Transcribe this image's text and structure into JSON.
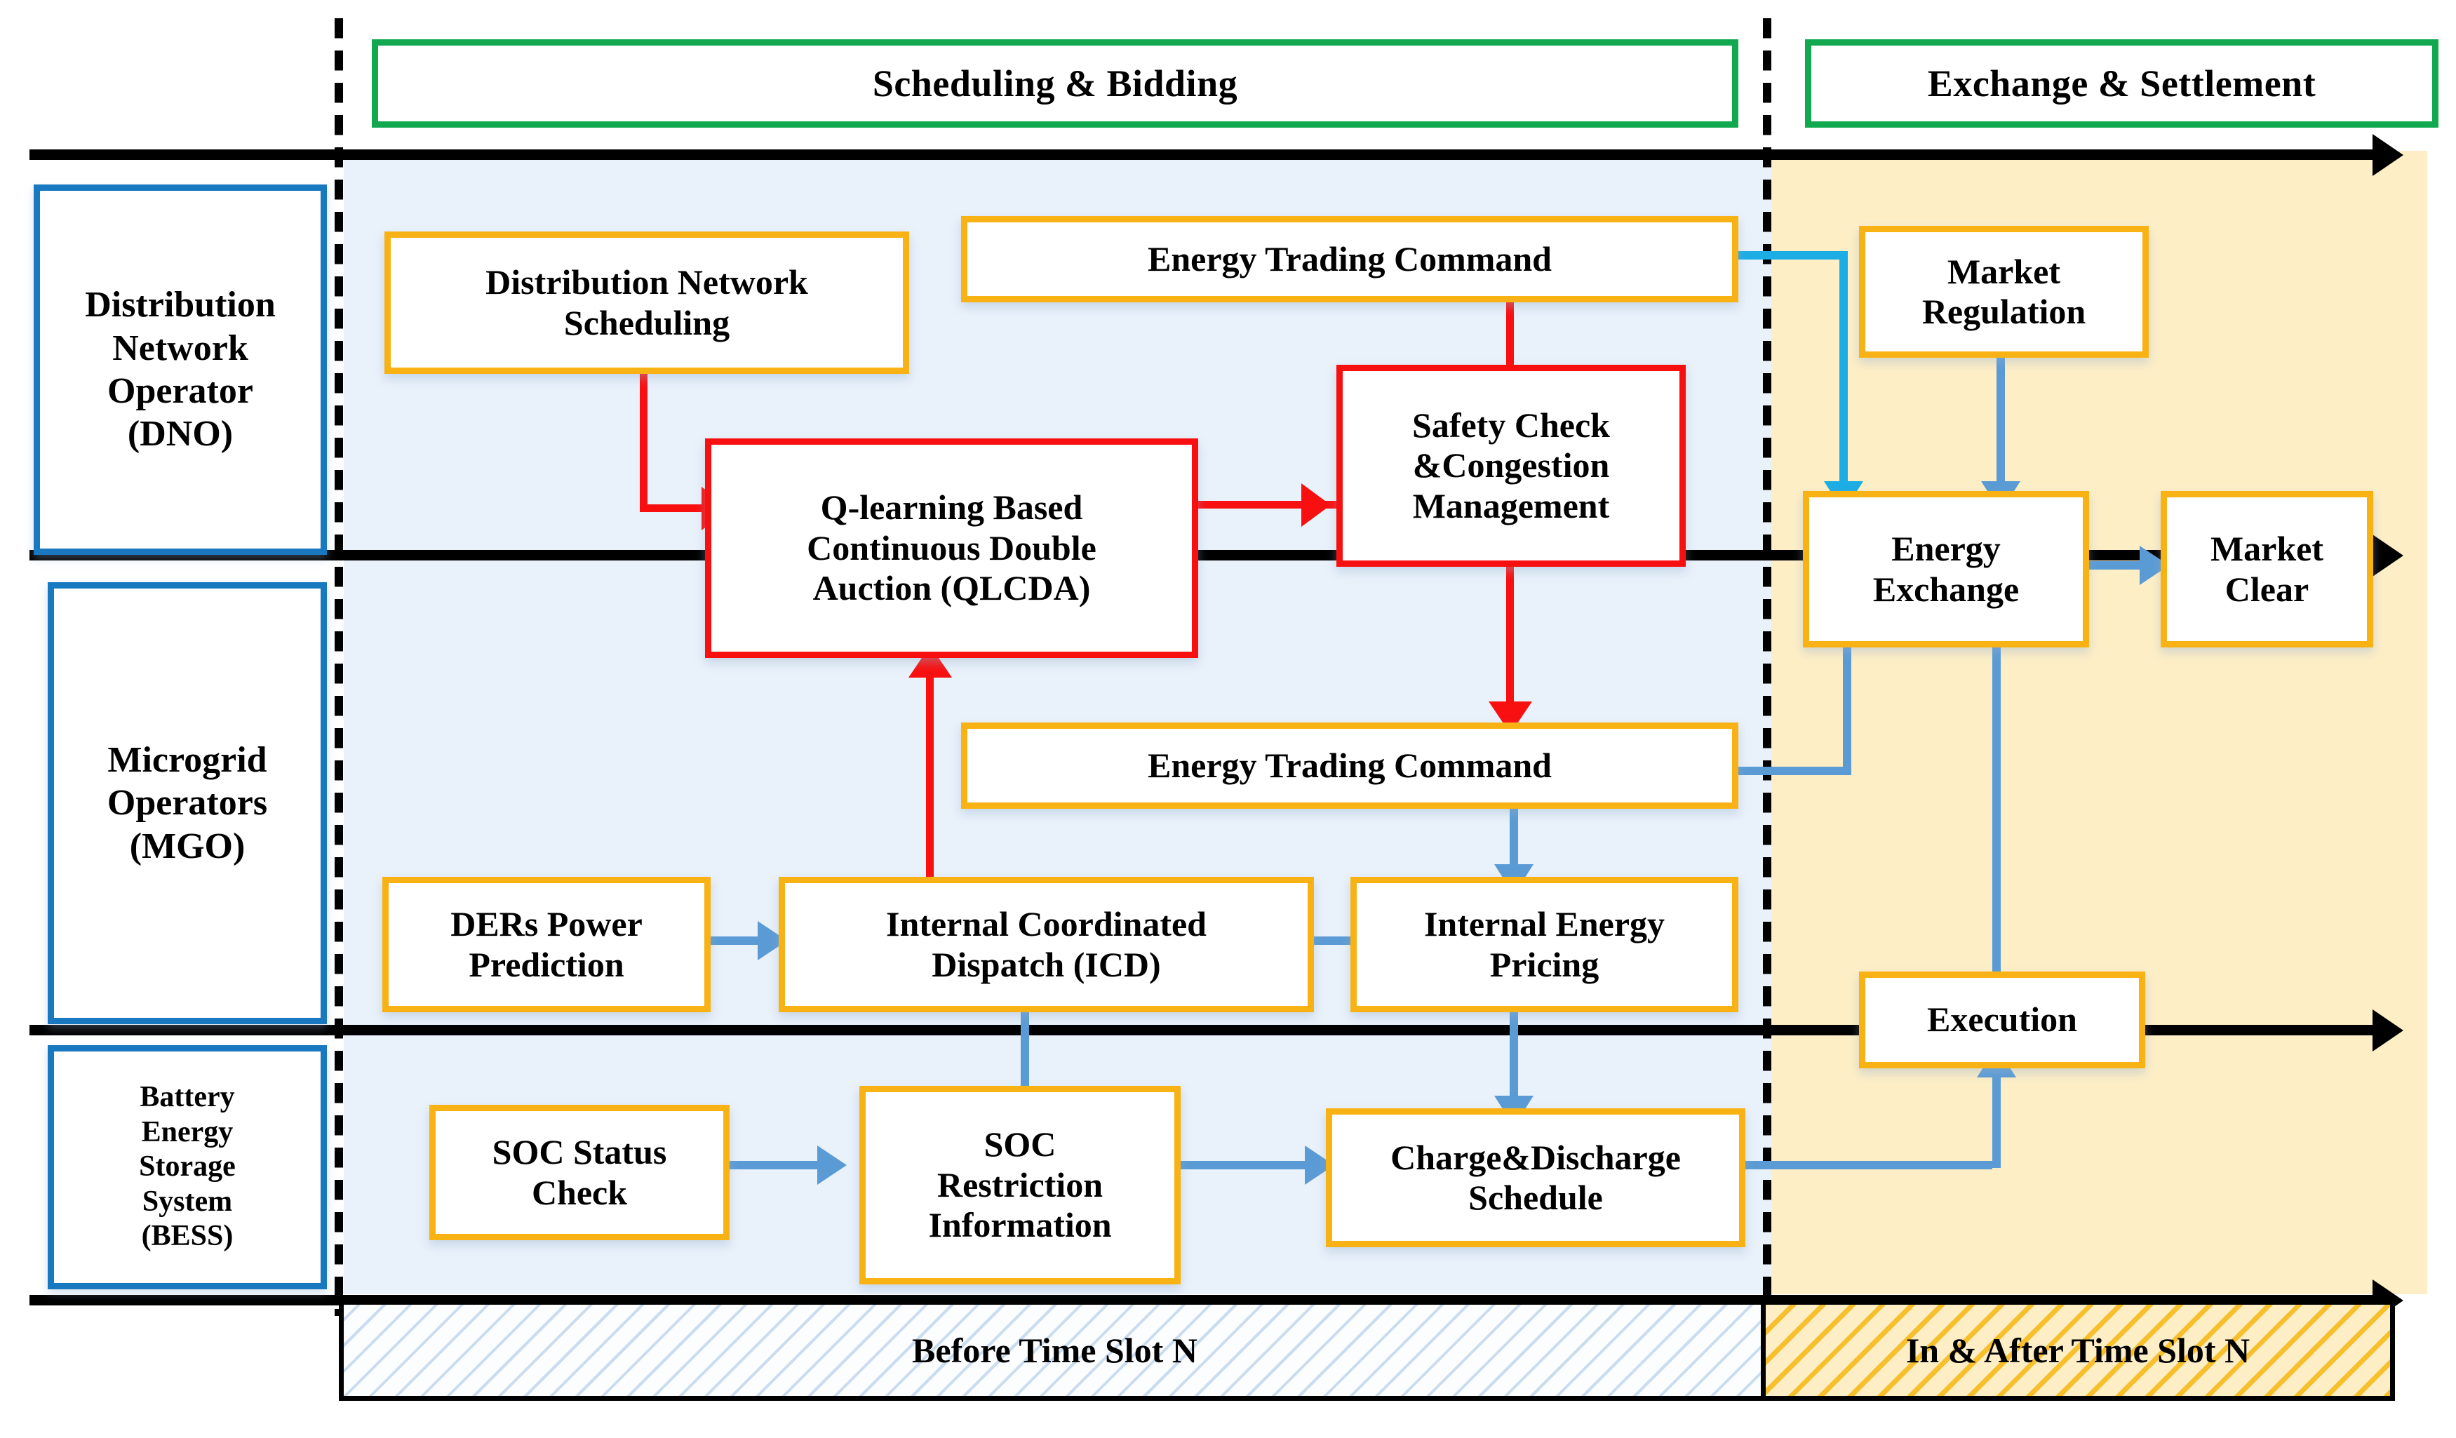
{
  "diagram": {
    "title": "Energy trading scheduling, bidding, exchange and settlement framework",
    "colors": {
      "phase_border": "#12a84f",
      "actor_border": "#1878c0",
      "node_orange": "#f9b213",
      "node_red": "#f81010",
      "arrow_blue": "#5b9bd5",
      "arrow_cyan": "#1cade4",
      "arrow_red": "#f81010",
      "lane_blue_bg": "#e9f1fa",
      "lane_amber_bg": "#fdeec6",
      "rule_black": "#000000"
    }
  },
  "phases": [
    {
      "id": "scheduling-bidding",
      "label": "Scheduling & Bidding"
    },
    {
      "id": "exchange-settlement",
      "label": "Exchange & Settlement"
    }
  ],
  "actors": [
    {
      "id": "dno",
      "label": "Distribution\nNetwork\nOperator\n(DNO)",
      "lines": [
        "Distribution",
        "Network",
        "Operator",
        "(DNO)"
      ]
    },
    {
      "id": "mgo",
      "label": "Microgrid\nOperators\n(MGO)",
      "lines": [
        "Microgrid",
        "Operators",
        "(MGO)"
      ]
    },
    {
      "id": "bess",
      "label": "Battery\nEnergy\nStorage\nSystem\n(BESS)",
      "lines": [
        "Battery",
        "Energy",
        "Storage",
        "System",
        "(BESS)"
      ]
    }
  ],
  "nodes": {
    "distribution_network_scheduling": {
      "label": "Distribution Network\nScheduling",
      "lines": [
        "Distribution Network",
        "Scheduling"
      ],
      "style": "orange",
      "lane": "dno"
    },
    "energy_trading_command_top": {
      "label": "Energy Trading Command",
      "lines": [
        "Energy Trading Command"
      ],
      "style": "orange",
      "lane": "dno"
    },
    "market_regulation": {
      "label": "Market\nRegulation",
      "lines": [
        "Market",
        "Regulation"
      ],
      "style": "orange",
      "lane": "dno"
    },
    "safety_check": {
      "label": "Safety Check\n&Congestion\nManagement",
      "lines": [
        "Safety Check",
        "&Congestion",
        "Management"
      ],
      "style": "red",
      "lane": "dno"
    },
    "qlcda": {
      "label": "Q-learning Based\nContinuous Double\nAuction (QLCDA)",
      "lines": [
        "Q-learning Based",
        "Continuous Double",
        "Auction (QLCDA)"
      ],
      "style": "red",
      "lane": "dno-mgo"
    },
    "energy_exchange": {
      "label": "Energy\nExchange",
      "lines": [
        "Energy",
        "Exchange"
      ],
      "style": "orange",
      "lane": "mgo"
    },
    "market_clear": {
      "label": "Market\nClear",
      "lines": [
        "Market",
        "Clear"
      ],
      "style": "orange",
      "lane": "mgo"
    },
    "energy_trading_command_mid": {
      "label": "Energy Trading Command",
      "lines": [
        "Energy Trading Command"
      ],
      "style": "orange",
      "lane": "mgo"
    },
    "ders_power_prediction": {
      "label": "DERs Power\nPrediction",
      "lines": [
        "DERs Power",
        "Prediction"
      ],
      "style": "orange",
      "lane": "mgo"
    },
    "icd": {
      "label": "Internal Coordinated\nDispatch (ICD)",
      "lines": [
        "Internal Coordinated",
        "Dispatch (ICD)"
      ],
      "style": "orange",
      "lane": "mgo"
    },
    "internal_energy_pricing": {
      "label": "Internal Energy\nPricing",
      "lines": [
        "Internal Energy",
        "Pricing"
      ],
      "style": "orange",
      "lane": "mgo"
    },
    "execution": {
      "label": "Execution",
      "lines": [
        "Execution"
      ],
      "style": "orange",
      "lane": "mgo-bess"
    },
    "soc_status_check": {
      "label": "SOC Status\nCheck",
      "lines": [
        "SOC Status",
        "Check"
      ],
      "style": "orange",
      "lane": "bess"
    },
    "soc_restriction_information": {
      "label": "SOC\nRestriction\nInformation",
      "lines": [
        "SOC",
        "Restriction",
        "Information"
      ],
      "style": "orange",
      "lane": "bess"
    },
    "charge_discharge_schedule": {
      "label": "Charge&Discharge\nSchedule",
      "lines": [
        "Charge&Discharge",
        "Schedule"
      ],
      "style": "orange",
      "lane": "bess"
    }
  },
  "timeline_bars": [
    {
      "id": "before-slot",
      "label": "Before Time Slot N",
      "pattern": "blue-hatch"
    },
    {
      "id": "in-after-slot",
      "label": "In & After Time Slot N",
      "pattern": "amber-hatch"
    }
  ],
  "edges": [
    {
      "from": "distribution_network_scheduling",
      "to": "qlcda",
      "color": "red"
    },
    {
      "from": "qlcda",
      "to": "safety_check",
      "color": "red"
    },
    {
      "from": "safety_check",
      "to": "energy_trading_command_top",
      "color": "red"
    },
    {
      "from": "safety_check",
      "to": "energy_trading_command_mid",
      "color": "red"
    },
    {
      "from": "icd",
      "to": "qlcda",
      "color": "red"
    },
    {
      "from": "energy_trading_command_top",
      "to": "energy_exchange",
      "color": "cyan"
    },
    {
      "from": "energy_trading_command_mid",
      "to": "energy_exchange",
      "color": "blue"
    },
    {
      "from": "market_regulation",
      "to": "energy_exchange",
      "color": "blue"
    },
    {
      "from": "energy_exchange",
      "to": "market_clear",
      "color": "blue"
    },
    {
      "from": "execution",
      "to": "energy_exchange",
      "color": "blue"
    },
    {
      "from": "ders_power_prediction",
      "to": "icd",
      "color": "blue"
    },
    {
      "from": "icd",
      "to": "internal_energy_pricing",
      "color": "blue"
    },
    {
      "from": "energy_trading_command_mid",
      "to": "internal_energy_pricing",
      "color": "blue"
    },
    {
      "from": "internal_energy_pricing",
      "to": "charge_discharge_schedule",
      "color": "blue"
    },
    {
      "from": "soc_status_check",
      "to": "soc_restriction_information",
      "color": "blue"
    },
    {
      "from": "soc_restriction_information",
      "to": "charge_discharge_schedule",
      "color": "blue"
    },
    {
      "from": "soc_restriction_information",
      "to": "icd",
      "color": "blue"
    },
    {
      "from": "charge_discharge_schedule",
      "to": "execution",
      "color": "blue"
    }
  ]
}
